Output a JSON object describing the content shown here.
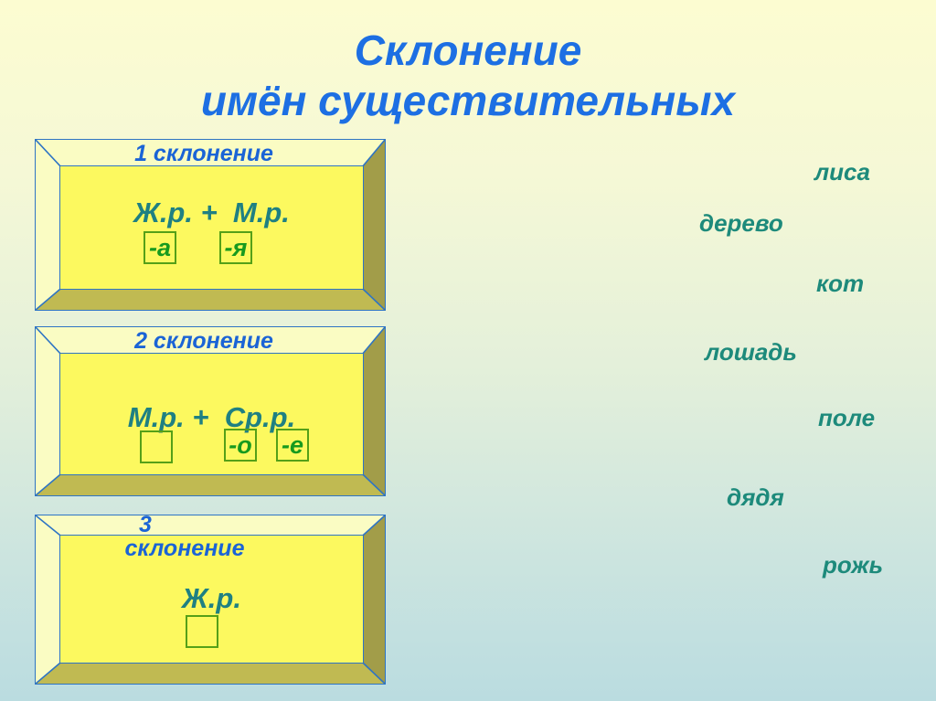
{
  "title": {
    "line1": "Склонение",
    "line2": "имён существительных"
  },
  "boxes": [
    {
      "header": "1 склонение",
      "formula": "Ж.р. +  М.р.",
      "endings": [
        "-а",
        "-я"
      ]
    },
    {
      "header": "2 склонение",
      "formula": "М.р. +  Ср.р.",
      "endings": [
        "",
        "-о",
        "-е"
      ]
    },
    {
      "header_line1": "3",
      "header_line2": "склонение",
      "formula": "Ж.р.",
      "endings": [
        ""
      ]
    }
  ],
  "words": [
    {
      "text": "лиса"
    },
    {
      "text": "дерево"
    },
    {
      "text": "кот"
    },
    {
      "text": "лошадь"
    },
    {
      "text": "поле"
    },
    {
      "text": "дядя"
    },
    {
      "text": "рожь"
    }
  ],
  "colors": {
    "title_blue": "#1d6fe3",
    "header_blue": "#1b64d6",
    "formula_teal": "#1f8082",
    "word_teal": "#1d8a7b",
    "ending_green": "#179a1e",
    "ending_box_border": "#55a018",
    "frame_inner_yellow": "#fcf95f",
    "frame_bevel_light": "#fafcc3",
    "frame_bevel_right": "#a29d49",
    "frame_bevel_bottom": "#c0ba52",
    "frame_line_blue": "#2e74c4",
    "background_top": "#fcfcd1",
    "background_bottom": "#badce0"
  }
}
